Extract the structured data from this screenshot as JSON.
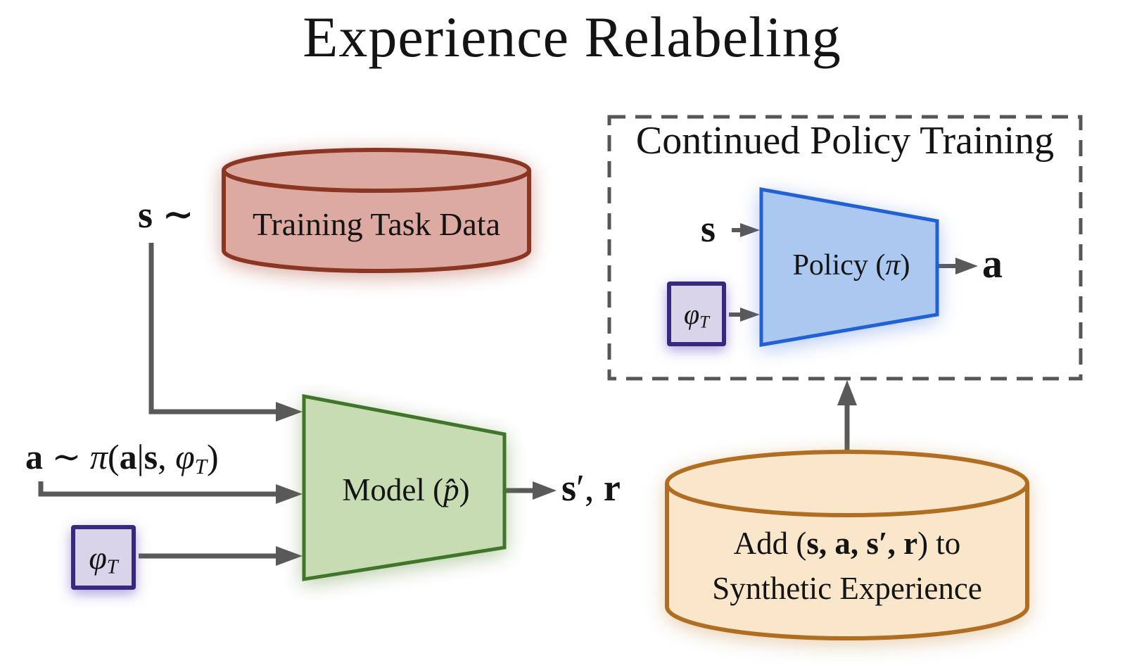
{
  "title": "Experience Relabeling",
  "colors": {
    "arrow": "#595959",
    "dash_border": "#565656",
    "red_fill": "#dcaaa1",
    "red_stroke": "#8b3523",
    "green_fill": "#c7dcb3",
    "green_stroke": "#41762a",
    "blue_fill": "#abc8f1",
    "blue_stroke": "#2161d2",
    "purple_fill": "#d9d4ea",
    "purple_stroke": "#38297f",
    "orange_fill": "#fae6cb",
    "orange_stroke": "#b06e22"
  },
  "nodes": {
    "training_task_data": {
      "label": "Training Task Data"
    },
    "model": {
      "prefix": "Model (",
      "math": "p̂",
      "suffix": ")"
    },
    "policy_box": {
      "title": "Continued Policy Training"
    },
    "policy": {
      "prefix": "Policy (",
      "math": "π",
      "suffix": ")"
    },
    "synthetic_experience": {
      "line1_prefix": "Add (",
      "line1_math": "s, a, s′, r",
      "line1_suffix": ") to",
      "line2": "Synthetic Experience"
    },
    "task_embedding": {
      "phi": "φ",
      "sub": "T"
    }
  },
  "labels": {
    "s_sample": {
      "s": "s",
      "sim": " ∼"
    },
    "a_sample": {
      "a1": "a",
      "sim": " ∼ ",
      "pi": "π",
      "open": "(",
      "a2": "a",
      "bar": "|",
      "s": "s",
      "comma": ", ",
      "phi": "φ",
      "sub": "T",
      "close": ")"
    },
    "s_prime_r": {
      "s": "s",
      "prime": "′",
      "comma": ", ",
      "r": "r"
    },
    "policy_input_s": "s",
    "policy_output_a": "a"
  }
}
